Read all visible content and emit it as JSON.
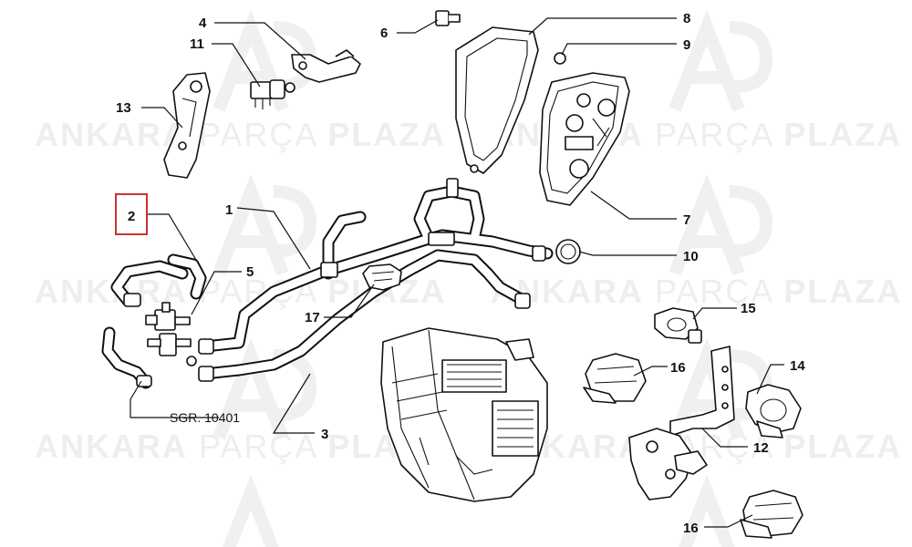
{
  "watermark": {
    "brand_a": "ANKARA",
    "brand_b": "PARÇA",
    "brand_c": "PLAZA"
  },
  "callouts": [
    "1",
    "2",
    "3",
    "4",
    "5",
    "6",
    "7",
    "8",
    "9",
    "10",
    "11",
    "12",
    "13",
    "14",
    "15",
    "16",
    "16",
    "17"
  ],
  "highlighted_callout": "2",
  "highlight_color": "#d03030",
  "reference": "SGR. 10401"
}
